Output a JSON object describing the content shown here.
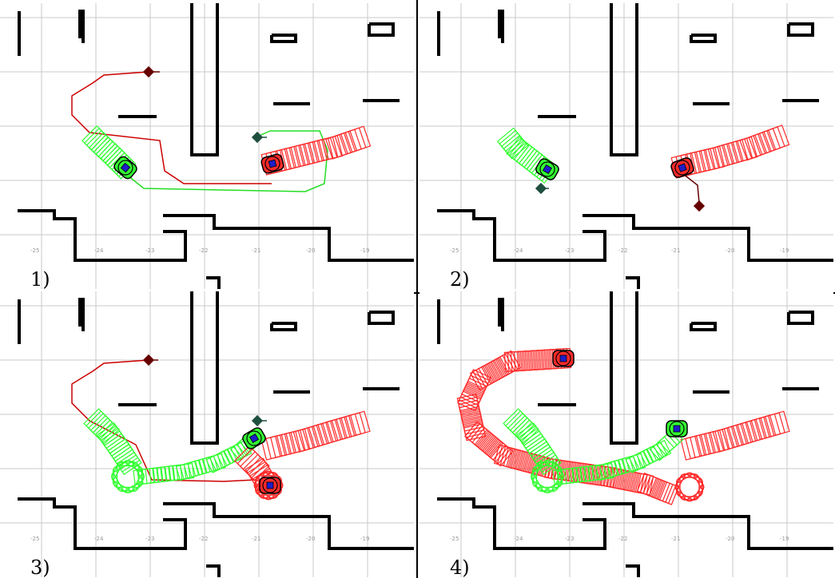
{
  "colors": {
    "grid": "#c8c8c8",
    "wall": "#000000",
    "robot_a": "#ff2a2a",
    "robot_b": "#33ff33",
    "path_a": "#cc0000",
    "path_b": "#22dd22",
    "goal_a": "#660000",
    "goal_b": "#1f4f3f",
    "robot_center": "#1e1ec8"
  },
  "axis_ticks": [
    "-25",
    "-24",
    "-23",
    "-22",
    "-21",
    "-20",
    "-19"
  ],
  "panels": [
    {
      "label": "1)"
    },
    {
      "label": "2)"
    },
    {
      "label": "3)"
    },
    {
      "label": "4)"
    }
  ]
}
